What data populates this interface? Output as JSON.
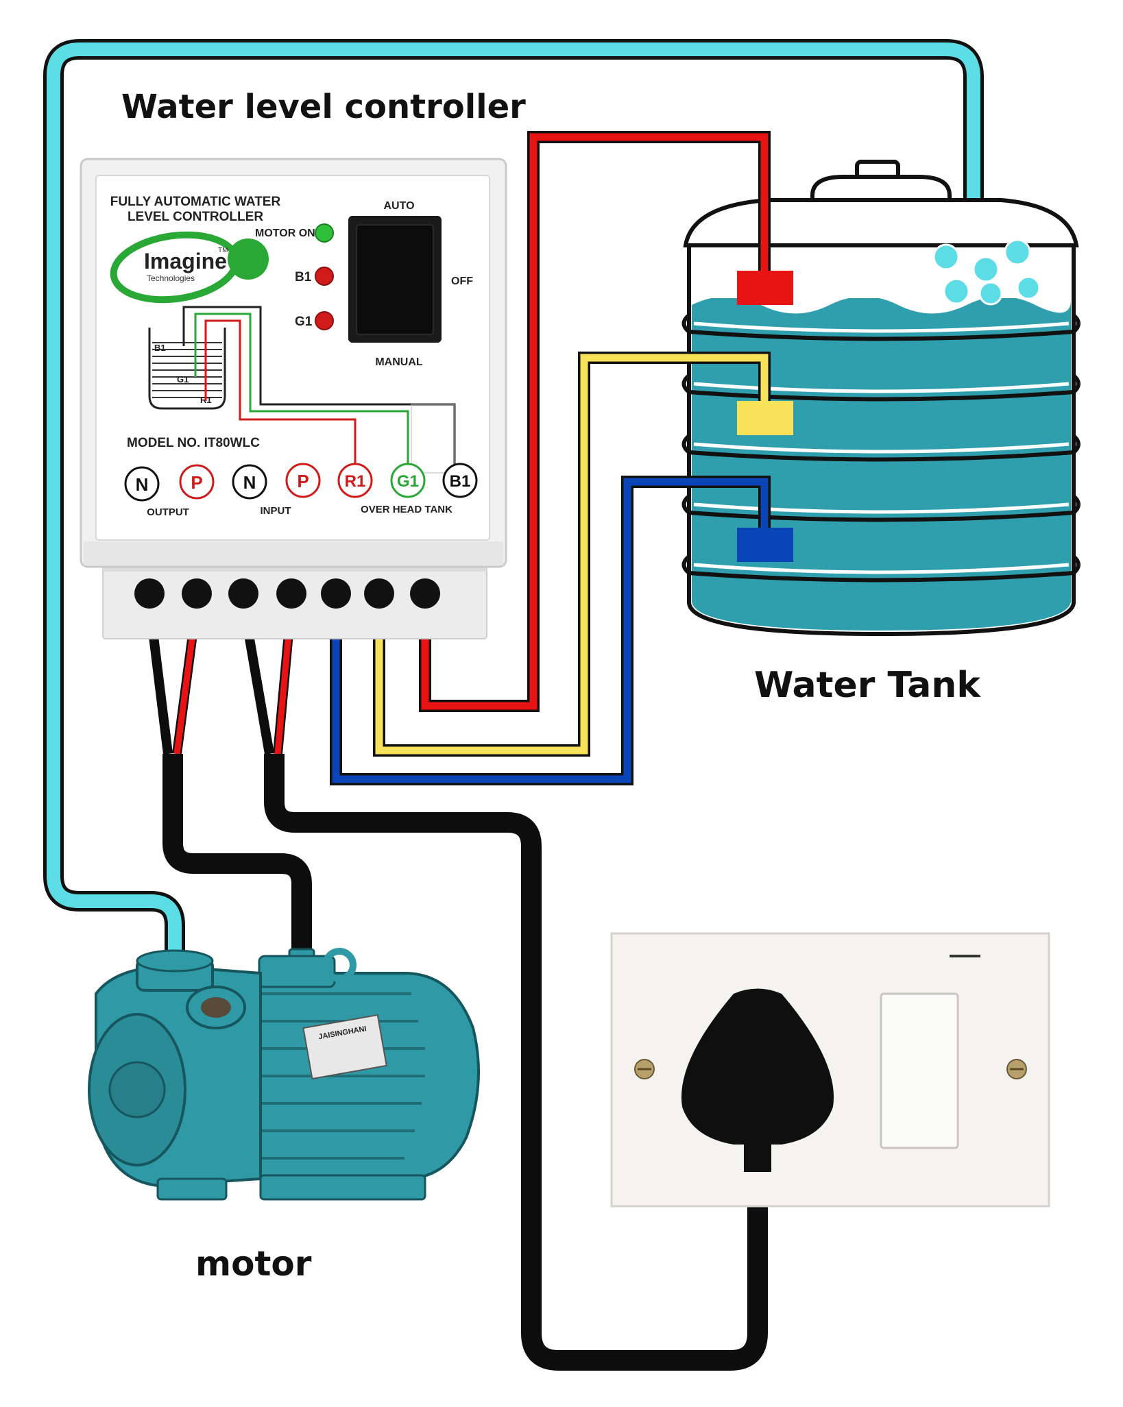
{
  "labels": {
    "controller_title": "Water level controller",
    "tank_title": "Water Tank",
    "motor_title": "motor"
  },
  "controller": {
    "product_line1": "FULLY AUTOMATIC WATER",
    "product_line2": "LEVEL CONTROLLER",
    "brand": "Imagine",
    "brand_sub": "Technologies",
    "brand_tm": "TM",
    "motor_on_label": "MOTOR ON",
    "b1_label": "B1",
    "g1_label": "G1",
    "switch_auto": "AUTO",
    "switch_off": "OFF",
    "switch_manual": "MANUAL",
    "mini_b1": "B1",
    "mini_g1": "G1",
    "mini_r1": "R1",
    "model": "MODEL NO. IT80WLC",
    "terminals": [
      "N",
      "P",
      "N",
      "P",
      "R1",
      "G1",
      "B1"
    ],
    "group_output": "OUTPUT",
    "group_input": "INPUT",
    "group_overhead": "OVER HEAD TANK",
    "motor_plate": "JAISINGHANI"
  },
  "colors": {
    "pipe": "#5cdde6",
    "wire_red": "#e81414",
    "wire_yellow": "#f7e25a",
    "wire_blue": "#0a45b8",
    "wire_black": "#0d0d0d",
    "tank_water": "#2f9fae",
    "led_green": "#2fbf3a",
    "led_red": "#d11a1a",
    "brand_green": "#2aa836",
    "motor_body": "#2f9aa6"
  },
  "icons": {
    "pump": "water-pump-motor-icon",
    "socket": "wall-socket-plug-icon",
    "tank": "water-tank-icon",
    "controller": "controller-box-icon"
  }
}
